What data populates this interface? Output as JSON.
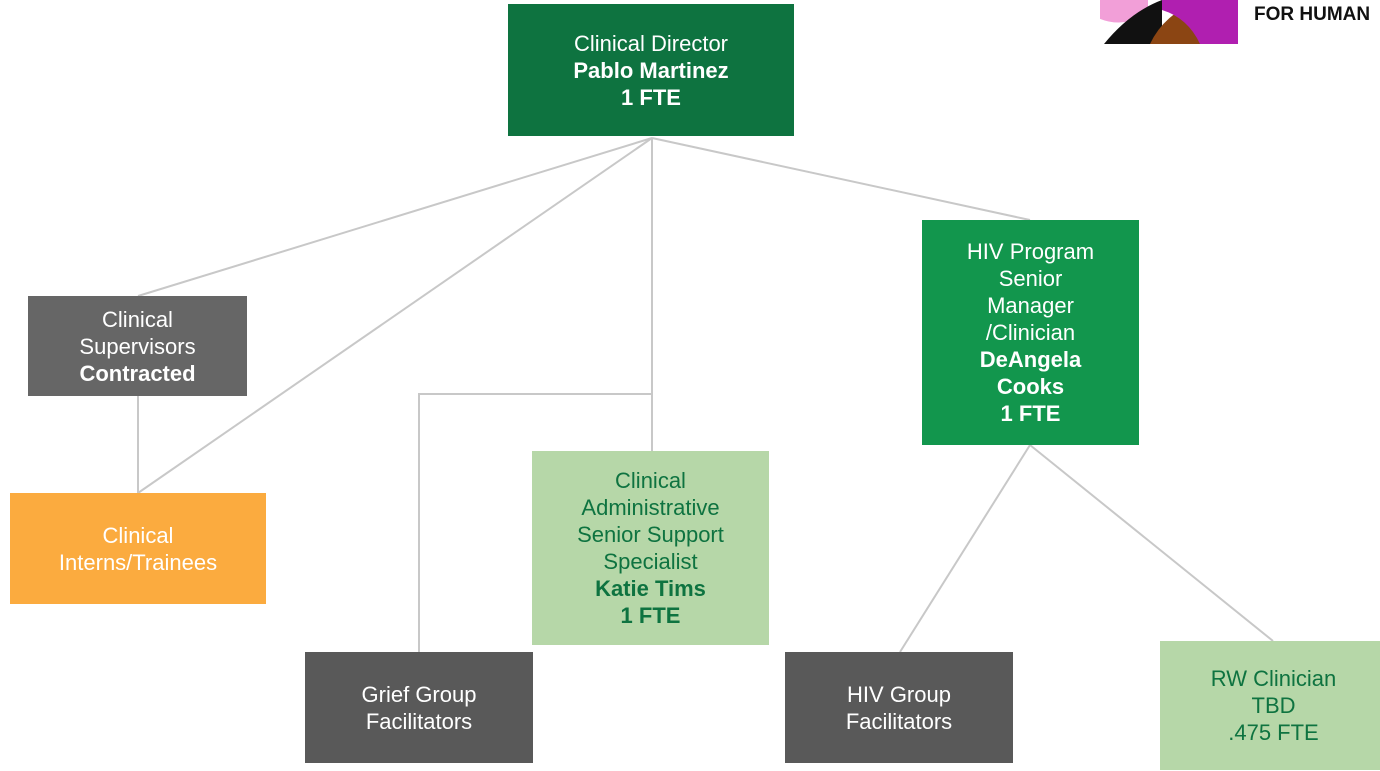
{
  "org_chart": {
    "director": {
      "title": "Clinical Director",
      "name": "Pablo Martinez",
      "fte": "1 FTE"
    },
    "supervisors": {
      "line1": "Clinical",
      "line2": "Supervisors",
      "status": "Contracted"
    },
    "interns": {
      "line1": "Clinical",
      "line2": "Interns/Trainees"
    },
    "admin": {
      "line1": "Clinical",
      "line2": "Administrative",
      "line3": "Senior Support",
      "line4": "Specialist",
      "name": "Katie Tims",
      "fte": "1 FTE"
    },
    "hiv_manager": {
      "line1": "HIV Program",
      "line2": "Senior",
      "line3": "Manager",
      "line4": "/Clinician",
      "name_line1": "DeAngela",
      "name_line2": "Cooks",
      "fte": "1 FTE"
    },
    "grief": {
      "line1": "Grief Group",
      "line2": "Facilitators"
    },
    "hiv_group": {
      "line1": "HIV Group",
      "line2": "Facilitators"
    },
    "rw_clinician": {
      "line1": "RW Clinician",
      "line2": "TBD",
      "fte": ".475 FTE"
    }
  },
  "logo": {
    "text": "FOR HUMAN"
  },
  "colors": {
    "dark_green": "#0e7340",
    "mid_green": "#12964d",
    "light_green": "#b6d7a8",
    "gray": "#666666",
    "charcoal": "#595959",
    "orange": "#fbab3f",
    "connector": "#c8c8c8"
  }
}
